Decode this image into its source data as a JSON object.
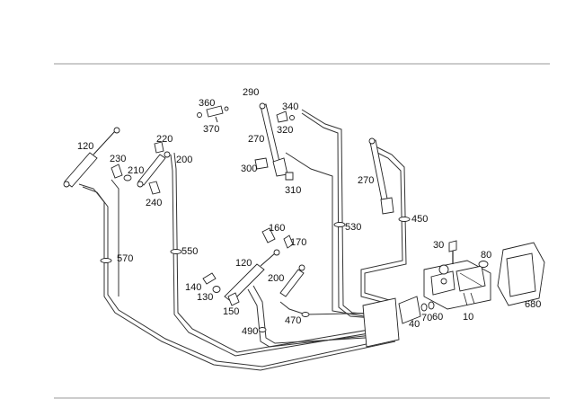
{
  "diagram": {
    "callouts": {
      "c120a": "120",
      "c230": "230",
      "c210": "210",
      "c220": "220",
      "c200a": "200",
      "c240": "240",
      "c360": "360",
      "c370": "370",
      "c290": "290",
      "c340": "340",
      "c320": "320",
      "c270a": "270",
      "c300": "300",
      "c310": "310",
      "c270b": "270",
      "c450": "450",
      "c530": "530",
      "c570": "570",
      "c550": "550",
      "c160": "160",
      "c170": "170",
      "c120b": "120",
      "c200b": "200",
      "c140": "140",
      "c130": "130",
      "c150": "150",
      "c470": "470",
      "c490": "490",
      "c30": "30",
      "c80": "80",
      "c680": "680",
      "c40": "40",
      "c70": "70",
      "c60": "60",
      "c10": "10"
    }
  }
}
